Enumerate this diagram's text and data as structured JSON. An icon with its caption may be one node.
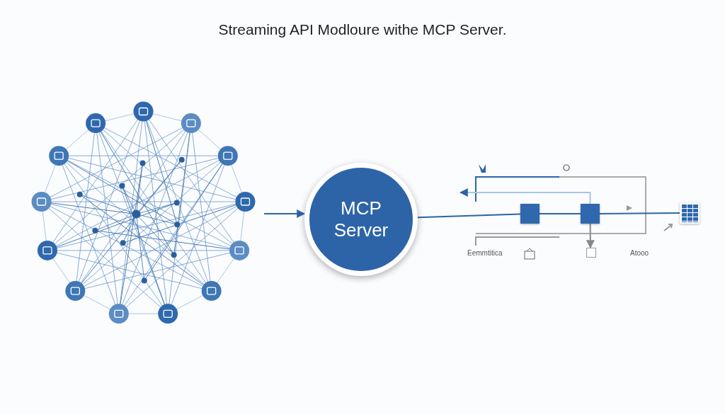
{
  "diagram": {
    "title": "Streaming API Modloure withe MCP Server.",
    "nodes": [
      {
        "text": [],
        "shape": "network"
      },
      {
        "text": [
          "MCP Server"
        ]
      },
      {
        "text": [],
        "shape": "box"
      },
      {
        "text": [],
        "shape": "box"
      },
      {
        "text": [],
        "shape": "box"
      },
      {
        "text": [],
        "shape": "box"
      }
    ],
    "edges": [
      {
        "from": 0,
        "to": 1,
        "arrow": "to"
      },
      {
        "from": 1,
        "to": 2,
        "arrow": "none"
      },
      {
        "from": 2,
        "to": 3,
        "arrow": "none"
      },
      {
        "from": 3,
        "to": 4,
        "arrow": "none"
      },
      {
        "from": 3,
        "to": 5,
        "arrow": "to",
        "color": "#888888"
      },
      {
        "from": 3,
        "to": null,
        "arrow": "to",
        "color": "#a9c6e3"
      }
    ],
    "labels": [
      "Eemmtitica",
      "Atooo"
    ]
  }
}
